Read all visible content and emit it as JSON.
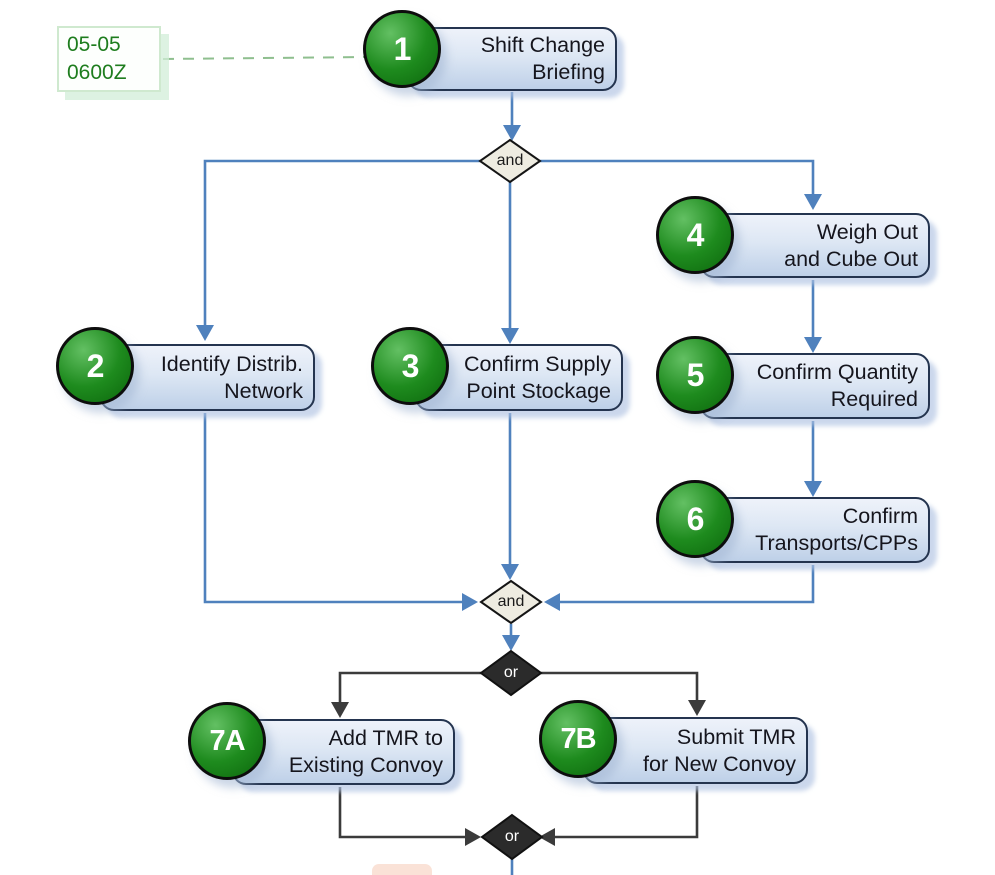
{
  "diagram_title": "convoy-planning-flowchart",
  "colors": {
    "connector_blue": "#4f81bd",
    "connector_dark": "#3b3b3b",
    "node_border": "#24344f",
    "node_fill_top": "#eef2fa",
    "node_fill_bottom": "#bed0e8",
    "node_text": "#15151d",
    "badge_green": "#1e8b1e",
    "badge_green_light": "#63c063",
    "badge_green_dark": "#0c660c",
    "badge_text": "#ffffff",
    "and_gate_fill": "#eeece1",
    "and_gate_text": "#1a1a1a",
    "or_gate_fill": "#2b2b2b",
    "or_gate_text": "#ffffff",
    "note_fill": "#fdfffd",
    "note_text": "#1e7d1e",
    "note_border": "#cfe9cf",
    "note_dash": "#8fbf8f"
  },
  "note": {
    "line1": "05-05",
    "line2": "0600Z"
  },
  "nodes": [
    {
      "badge": "1",
      "line1": "Shift Change",
      "line2": "Briefing"
    },
    {
      "badge": "2",
      "line1": "Identify Distrib.",
      "line2": "Network"
    },
    {
      "badge": "3",
      "line1": "Confirm Supply",
      "line2": "Point Stockage"
    },
    {
      "badge": "4",
      "line1": "Weigh Out",
      "line2": "and Cube Out"
    },
    {
      "badge": "5",
      "line1": "Confirm Quantity",
      "line2": "Required"
    },
    {
      "badge": "6",
      "line1": "Confirm",
      "line2": "Transports/CPPs"
    },
    {
      "badge": "7A",
      "line1": "Add TMR to",
      "line2": "Existing Convoy"
    },
    {
      "badge": "7B",
      "line1": "Submit TMR",
      "line2": "for New Convoy"
    }
  ],
  "gates": [
    {
      "label": "and"
    },
    {
      "label": "and"
    },
    {
      "label": "or"
    },
    {
      "label": "or"
    }
  ]
}
